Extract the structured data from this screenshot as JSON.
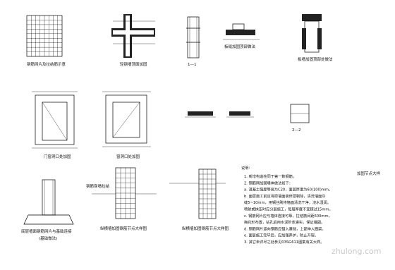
{
  "drawing": {
    "panel_labels": {
      "mesh_elevation": "钢筋网片及拉结筋示意",
      "eave_mesh": "轻钢墙顶面加固",
      "section_11": "1—1",
      "section_22": "2—2",
      "window_detail": "门窗洞口处加固",
      "opening_detail": "窗洞口处加固",
      "column_joint": "板缝加固顶部做法",
      "wall_joint": "板墙加固顶部处做法",
      "base_note": "底层墙面钢筋网片与基础连接",
      "base_sub": "(基础做法)",
      "node_left": "纵横墙加固钢筋节点大样图",
      "node_right": "纵横墙加固钢筋节点大样图",
      "dim_note": "钢筋穿墙拉结",
      "right_caption": "加固节点大样"
    },
    "notes": {
      "title": "说明：",
      "lines": [
        "1. 新增构造柱同于第一数钢筋。",
        "2. 钢筋网加固墙体做法如下：",
        "   a. 混凝土强度等级为C20，面层厚度为60(100)mm。",
        "   b. 面层施工前应将原墙面装修层剔除，清洗墙面灰",
        "      缝5~10mm，用钢丝刷将墙面清洗干净，浇水湿润。",
        "      喷射或抹压时应分层施工，每层厚度不宜超过15mm。",
        "   c. 钢筋网片应与墙体连接可靠，拉结筋间距600mm，",
        "      梅花形布置，钻孔后用水泥砂浆灌实，保证锚固。",
        "   d. 钢筋网片竖向钢筋应锚入基础，上部伸入圈梁。",
        "   e. 面层施工完毕后，应加强养护，防止开裂。",
        "3. 其它未详尽之处参见03SG611图集有关大样。"
      ]
    },
    "watermark": "zhulong.com"
  }
}
